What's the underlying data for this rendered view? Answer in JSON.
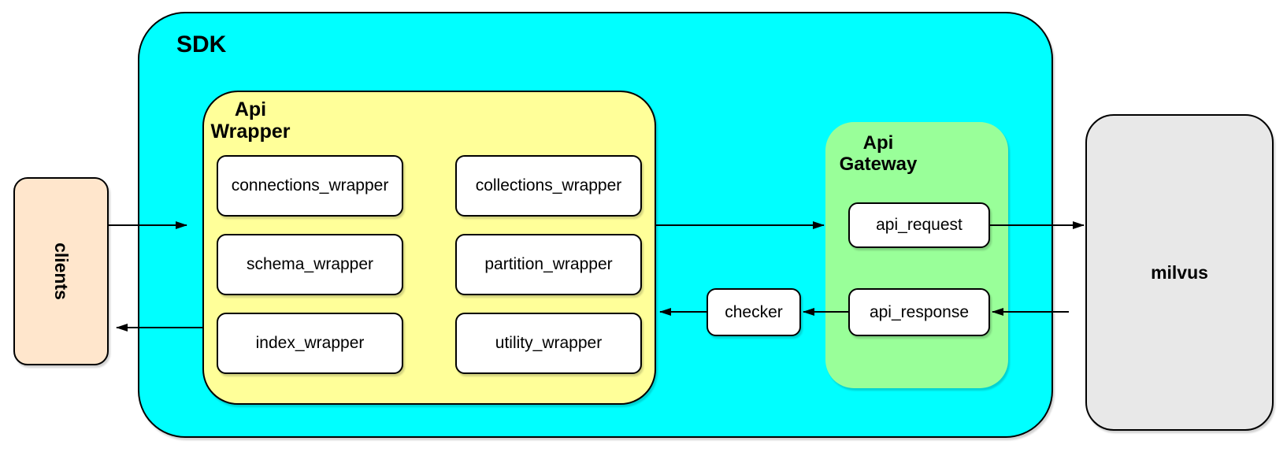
{
  "nodes": {
    "clients": {
      "label": "clients"
    },
    "sdk": {
      "label": "SDK"
    },
    "api_wrapper": {
      "label": "Api Wrapper"
    },
    "api_gateway": {
      "label": "Api Gateway"
    },
    "checker": {
      "label": "checker"
    },
    "api_request": {
      "label": "api_request"
    },
    "api_response": {
      "label": "api_response"
    },
    "milvus": {
      "label": "milvus"
    }
  },
  "wrappers": [
    {
      "label": "connections_wrapper"
    },
    {
      "label": "collections_wrapper"
    },
    {
      "label": "schema_wrapper"
    },
    {
      "label": "partition_wrapper"
    },
    {
      "label": "index_wrapper"
    },
    {
      "label": "utility_wrapper"
    }
  ],
  "colors": {
    "sdk_fill": "#00ffff",
    "api_wrapper_fill": "#ffff99",
    "api_gateway_fill": "#99ff99",
    "clients_fill": "#ffe6cc",
    "milvus_fill": "#e8e8e8",
    "node_fill": "#ffffff",
    "stroke": "#000000"
  }
}
